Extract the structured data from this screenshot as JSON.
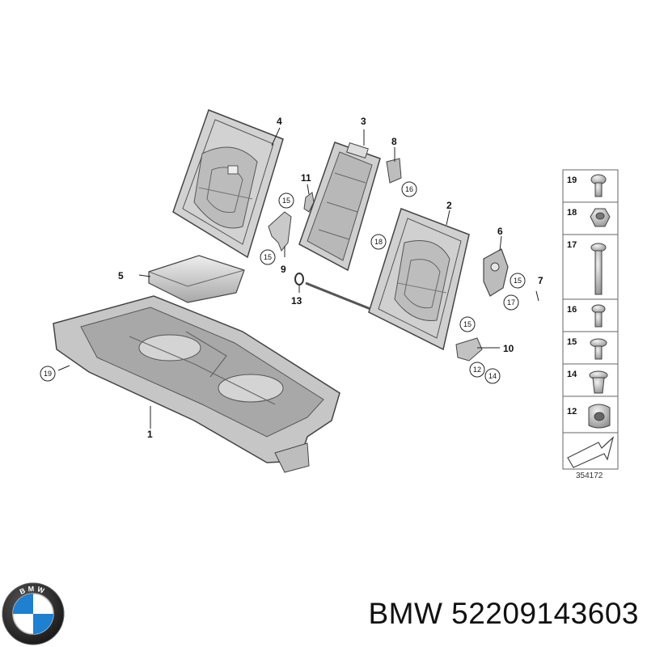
{
  "diagram": {
    "callouts": {
      "c1": "1",
      "c2": "2",
      "c3": "3",
      "c4": "4",
      "c5": "5",
      "c6": "6",
      "c7": "7",
      "c8": "8",
      "c9": "9",
      "c10": "10",
      "c11": "11",
      "c13": "13"
    },
    "circled": {
      "c15a": "15",
      "c15b": "15",
      "c15c": "15",
      "c15d": "15",
      "c16": "16",
      "c17": "17",
      "c18": "18",
      "c19": "19",
      "c12": "12",
      "c14": "14"
    },
    "legend": [
      {
        "number": "19",
        "icon": "bolt-icon"
      },
      {
        "number": "18",
        "icon": "hex-nut-icon"
      },
      {
        "number": "17",
        "icon": "long-screw-icon"
      },
      {
        "number": "16",
        "icon": "short-screw-icon"
      },
      {
        "number": "15",
        "icon": "flange-screw-icon"
      },
      {
        "number": "14",
        "icon": "clip-nut-icon"
      },
      {
        "number": "12",
        "icon": "spring-nut-icon"
      }
    ],
    "reference_number": "354172"
  },
  "brand": {
    "logo_text": "BMW",
    "label": "BMW 52209143603"
  }
}
